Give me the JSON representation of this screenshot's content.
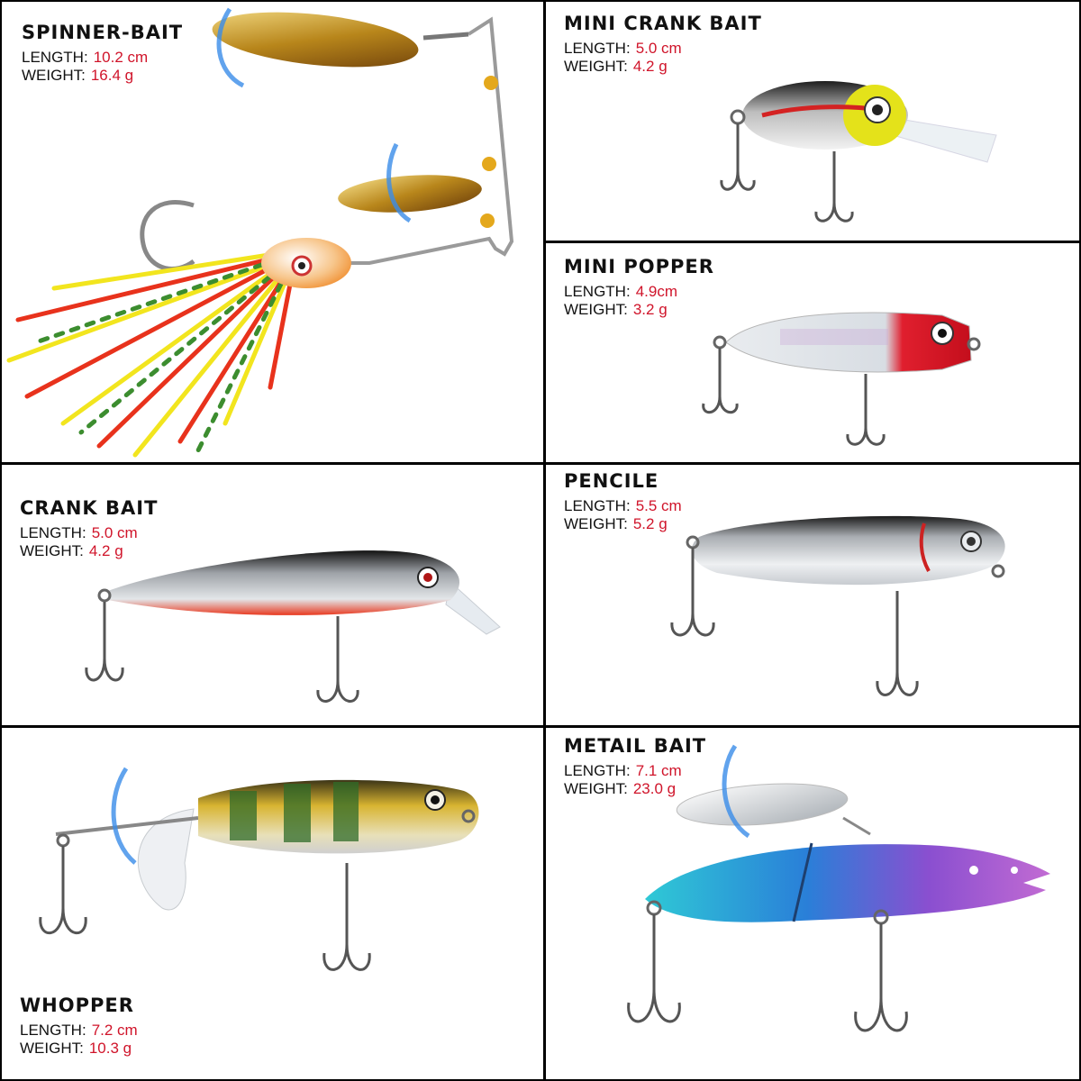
{
  "labels": {
    "length": "LENGTH:",
    "weight": "WEIGHT:"
  },
  "baits": [
    {
      "name": "SPINNER-BAIT",
      "length": "10.2 cm",
      "weight": "16.4 g"
    },
    {
      "name": "MINI CRANK BAIT",
      "length": "5.0 cm",
      "weight": "4.2 g"
    },
    {
      "name": "MINI POPPER",
      "length": "4.9cm",
      "weight": "3.2 g"
    },
    {
      "name": "CRANK BAIT",
      "length": "5.0 cm",
      "weight": "4.2 g"
    },
    {
      "name": "PENCILE",
      "length": "5.5 cm",
      "weight": "5.2 g"
    },
    {
      "name": "WHOPPER",
      "length": "7.2 cm",
      "weight": "10.3 g"
    },
    {
      "name": "METAIL BAIT",
      "length": "7.1 cm",
      "weight": "23.0 g"
    }
  ],
  "colors": {
    "value_text": "#d0142a",
    "border": "#000000",
    "background": "#ffffff"
  }
}
